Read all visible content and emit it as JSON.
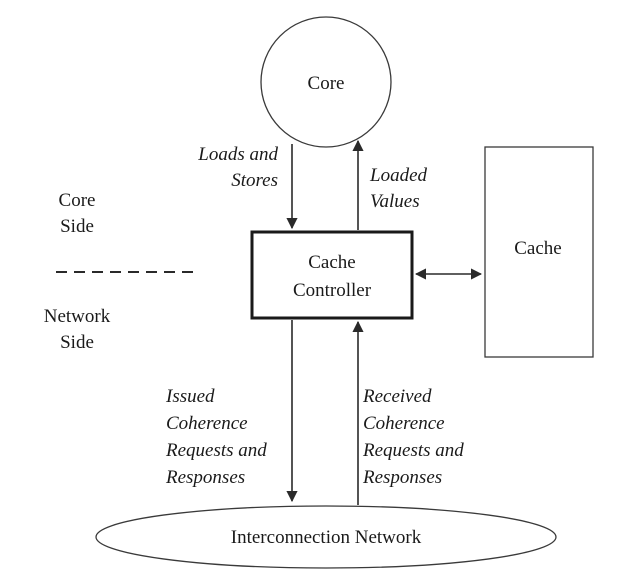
{
  "nodes": {
    "core": "Core",
    "cache_controller": [
      "Cache",
      "Controller"
    ],
    "cache": "Cache",
    "interconnection_network": "Interconnection Network"
  },
  "sides": {
    "core_side": [
      "Core",
      "Side"
    ],
    "network_side": [
      "Network",
      "Side"
    ]
  },
  "edge_labels": {
    "loads_and_stores": [
      "Loads and",
      "Stores"
    ],
    "loaded_values": [
      "Loaded",
      "Values"
    ],
    "issued_requests": [
      "Issued",
      "Coherence",
      "Requests and",
      "Responses"
    ],
    "received_requests": [
      "Received",
      "Coherence",
      "Requests and",
      "Responses"
    ]
  }
}
